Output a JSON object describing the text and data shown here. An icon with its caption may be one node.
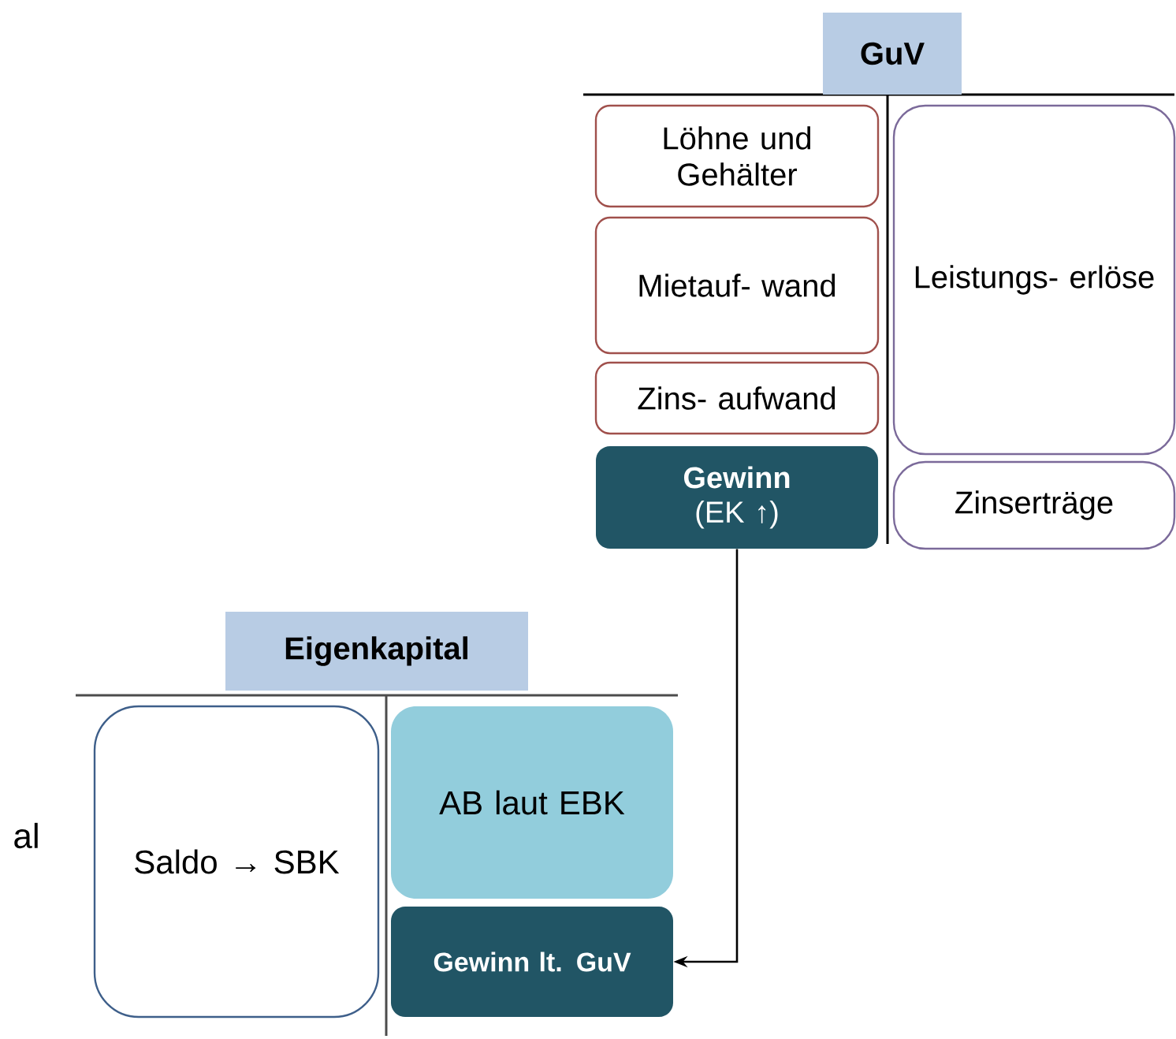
{
  "diagram": {
    "nodes": [
      {
        "text": [
          "GuV"
        ]
      },
      {
        "text": [
          "Löhne und Gehälter"
        ]
      },
      {
        "text": [
          "Mietauf- wand"
        ]
      },
      {
        "text": [
          "Zins- aufwand"
        ]
      },
      {
        "text": [
          "Gewinn",
          "(EK ↑)"
        ]
      },
      {
        "text": [
          "Leistungs- erlöse"
        ]
      },
      {
        "text": [
          "Zinserträge"
        ]
      },
      {
        "text": [
          "Eigenkapital"
        ]
      },
      {
        "text": [
          "Saldo → SBK"
        ]
      },
      {
        "text": [
          "AB laut EBK"
        ]
      },
      {
        "text": [
          "Gewinn lt. GuV"
        ]
      }
    ],
    "edges": [
      {
        "from": 4,
        "to": 10,
        "arrow": "to"
      }
    ],
    "labels": [
      "al"
    ]
  }
}
